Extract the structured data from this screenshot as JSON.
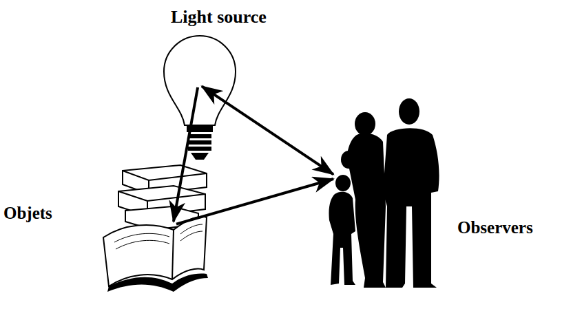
{
  "diagram": {
    "nodes": [
      {
        "text": [
          "Light source"
        ]
      },
      {
        "text": [
          "Objets"
        ]
      },
      {
        "text": [
          "Observers"
        ]
      }
    ],
    "edges": [
      {
        "from": 0,
        "to": 2,
        "arrow": "both"
      },
      {
        "from": 0,
        "to": 1,
        "arrow": "to"
      },
      {
        "from": 1,
        "to": 2,
        "arrow": "to"
      }
    ]
  }
}
